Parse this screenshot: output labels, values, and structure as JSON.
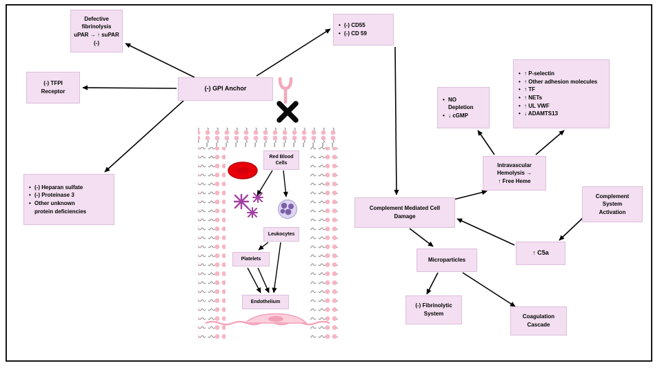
{
  "colors": {
    "box_fill": "#F3DFF1",
    "box_border": "#DCBEDC",
    "arrow": "#000000",
    "rbc": "#E8000B",
    "platelet": "#A23FA2",
    "leukocyte_fill": "#DCD6F2",
    "leukocyte_nucleus": "#7C5FA8",
    "lipid_head": "#F4B6C4",
    "lipid_tail": "#8F8F8F",
    "endothelium": "#FBD0DC"
  },
  "boxes": {
    "defective_fibrinolysis": {
      "text": "Defective\nfibrinolysis\nuPAR → ↑ suPAR\n(-)"
    },
    "tfpi_receptor": {
      "text": "(-) TFPI\nReceptor"
    },
    "membrane_proteins": {
      "items": [
        "(-) Heparan sulfate",
        "(-) Proteinase 3",
        "Other unknown\nprotein deficiencies"
      ]
    },
    "gpi_anchor": {
      "text": "(-) GPI Anchor"
    },
    "complement_regulators": {
      "items": [
        "(-) CD55",
        "(-) CD 59"
      ]
    },
    "no_depletion": {
      "items": [
        "NO\nDepletion",
        "↓ cGMP"
      ]
    },
    "endothelial_effects": {
      "items": [
        "↑ P-selectin",
        "↑ Other adhesion molecules",
        "↑ TF",
        "↑ NETs",
        "↑ UL VWF",
        "↓ ADAMTS13"
      ]
    },
    "intravascular_hemolysis": {
      "text": "Intravascular\nHemolysis →\n↑ Free Heme"
    },
    "complement_damage": {
      "text": "Complement Mediated Cell\nDamage"
    },
    "complement_activation": {
      "text": "Complement\nSystem\nActivation"
    },
    "c5a": {
      "text": "↑ C5a"
    },
    "microparticles": {
      "text": "Microparticles"
    },
    "fibrinolytic_system": {
      "text": "(-) Fibrinolytic\nSystem"
    },
    "coagulation_cascade": {
      "text": "Coagulation\nCascade"
    },
    "red_blood_cells": {
      "text": "Red Blood\nCells"
    },
    "leukocytes": {
      "text": "Leukocytes"
    },
    "platelets": {
      "text": "Platelets"
    },
    "endothelium": {
      "text": "Endothelium"
    }
  }
}
